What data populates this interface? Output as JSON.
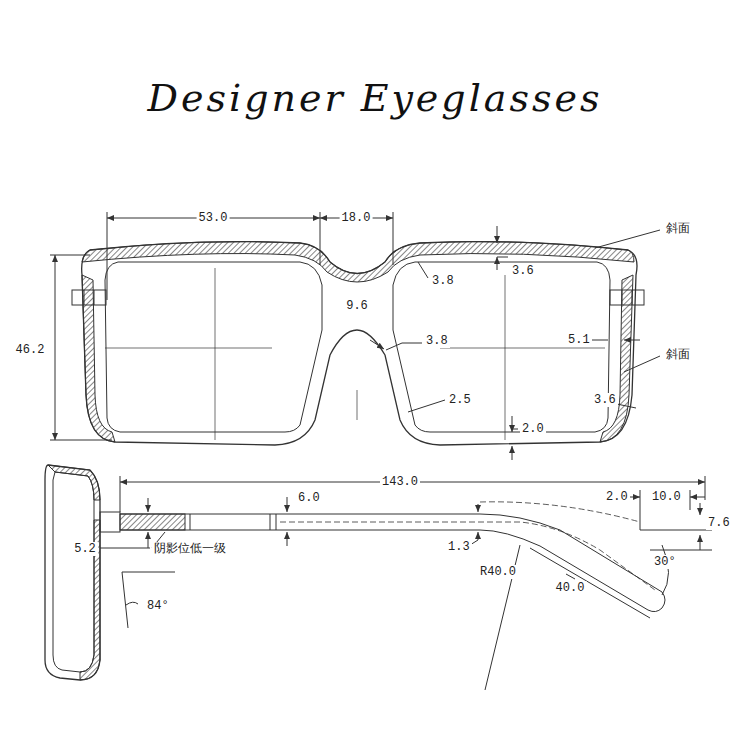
{
  "diagram": {
    "title": "Designer Eyeglasses",
    "labels": [
      "53.0",
      "18.0",
      "斜面",
      "3.8",
      "3.6",
      "9.6",
      "3.8",
      "5.1",
      "斜面",
      "46.2",
      "2.5",
      "3.6",
      "2.0",
      "143.0",
      "6.0",
      "2.0",
      "10.0",
      "7.6",
      "5.2",
      "阴影位低一级",
      "1.3",
      "R40.0",
      "40.0",
      "30°",
      "84°"
    ]
  }
}
